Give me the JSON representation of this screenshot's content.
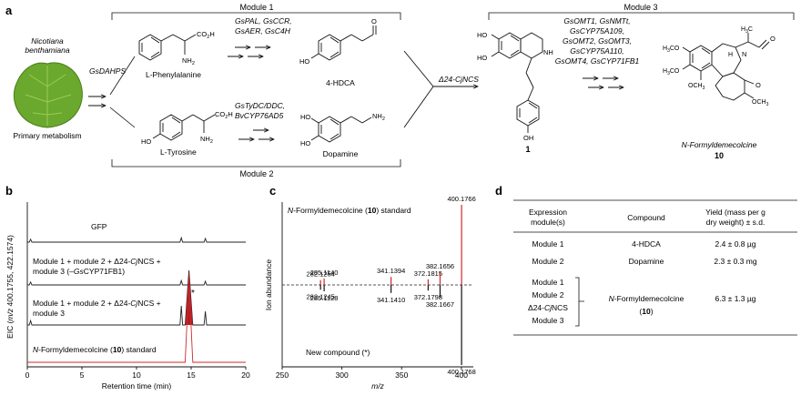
{
  "panel_a": {
    "label": "a",
    "organism_line1": "Nicotiana",
    "organism_line2": "benthamiana",
    "primary": "Primary metabolism",
    "gsdahps": "GsDAHPS",
    "module1": "Module 1",
    "module2": "Module 2",
    "module3": "Module 3",
    "enz_top1": "GsPAL, GsCCR,",
    "enz_top2": "GsAER, GsC4H",
    "enz_bot1": "GsTyDC/DDC,",
    "enz_bot2": "BvCYP76AD5",
    "phe": "L-Phenylalanine",
    "tyr": "L-Tyrosine",
    "hdca": "4-HDCA",
    "dopamine": "Dopamine",
    "ncs": "Δ24-CjNCS",
    "m3_enz": [
      "GsOMT1, GsNMTt,",
      "GsCYP75A109,",
      "GsOMT2, GsOMT3,",
      "GsCYP75A110,",
      "GsOMT4, GsCYP71FB1"
    ],
    "cmpd1": "1",
    "product": "N-Formyldemecolcine",
    "product_num": "10"
  },
  "panel_b": {
    "label": "b",
    "ylabel": "EIC (m/z 400.1755, 422.1574)",
    "xlabel": "Retention time (min)",
    "traces": [
      {
        "label": "GFP",
        "color": "#222222"
      },
      {
        "label": "Module 1 + module 2 + Δ24-CjNCS + module 3 (–GsCYP71FB1)",
        "color": "#222222"
      },
      {
        "label": "Module 1 + module 2 + Δ24-CjNCS + module 3",
        "color": "#222222"
      },
      {
        "label": "N-Formyldemecolcine (10) standard",
        "color": "#d0282a"
      }
    ],
    "star": "*"
  },
  "panel_c": {
    "label": "c",
    "top_label": "N-Formyldemecolcine (10) standard",
    "bottom_label": "New compound (*)",
    "ylabel": "Ion abundance",
    "xlabel": "m/z"
  },
  "panel_d": {
    "label": "d",
    "headers": [
      "Expression module(s)",
      "Compound",
      "Yield (mass per g dry weight) ± s.d."
    ],
    "rows": [
      {
        "module": "Module 1",
        "compound": "4-HDCA",
        "yield": "2.4 ± 0.8 µg"
      },
      {
        "module": "Module 2",
        "compound": "Dopamine",
        "yield": "2.3 ± 0.3 mg"
      },
      {
        "module": "Module 1 / Module 2 / Δ24-CjNCS / Module 3",
        "compound": "N-Formyldemecolcine (10)",
        "yield": "6.3 ± 1.3 µg"
      }
    ]
  },
  "chart_data": [
    {
      "type": "line",
      "title": "",
      "xlabel": "Retention time (min)",
      "ylabel": "EIC (m/z 400.1755, 422.1574)",
      "xlim": [
        0,
        20
      ],
      "xticks": [
        0,
        5,
        10,
        15,
        20
      ],
      "series": [
        {
          "name": "GFP",
          "x": [
            0.3,
            14.1,
            16.3
          ],
          "values": [
            0.08,
            0.12,
            0.1
          ]
        },
        {
          "name": "Module 1 + module 2 + Δ24-CjNCS + module 3 (–GsCYP71FB1)",
          "x": [
            0.3,
            14.1,
            16.3
          ],
          "values": [
            0.08,
            0.12,
            0.1
          ]
        },
        {
          "name": "Module 1 + module 2 + Δ24-CjNCS + module 3",
          "x": [
            0.3,
            14.1,
            14.8,
            16.3
          ],
          "values": [
            0.08,
            0.35,
            1.0,
            0.25
          ]
        },
        {
          "name": "N-Formyldemecolcine (10) standard",
          "x": [
            14.8
          ],
          "values": [
            1.0
          ]
        }
      ]
    },
    {
      "type": "bar",
      "title": "",
      "xlabel": "m/z",
      "ylabel": "Ion abundance",
      "xlim": [
        250,
        410
      ],
      "xticks": [
        250,
        300,
        350,
        400
      ],
      "series": [
        {
          "name": "N-Formyldemecolcine (10) standard",
          "x": [
            282.1254,
            285.114,
            341.1394,
            372.1815,
            382.1656,
            400.1766
          ],
          "values": [
            0.06,
            0.08,
            0.1,
            0.07,
            0.16,
            1.0
          ]
        },
        {
          "name": "New compound (*)",
          "x": [
            282.1245,
            285.1128,
            341.141,
            372.1798,
            382.1667,
            400.1768
          ],
          "values": [
            0.06,
            0.08,
            0.1,
            0.07,
            0.16,
            1.0
          ]
        }
      ]
    }
  ]
}
